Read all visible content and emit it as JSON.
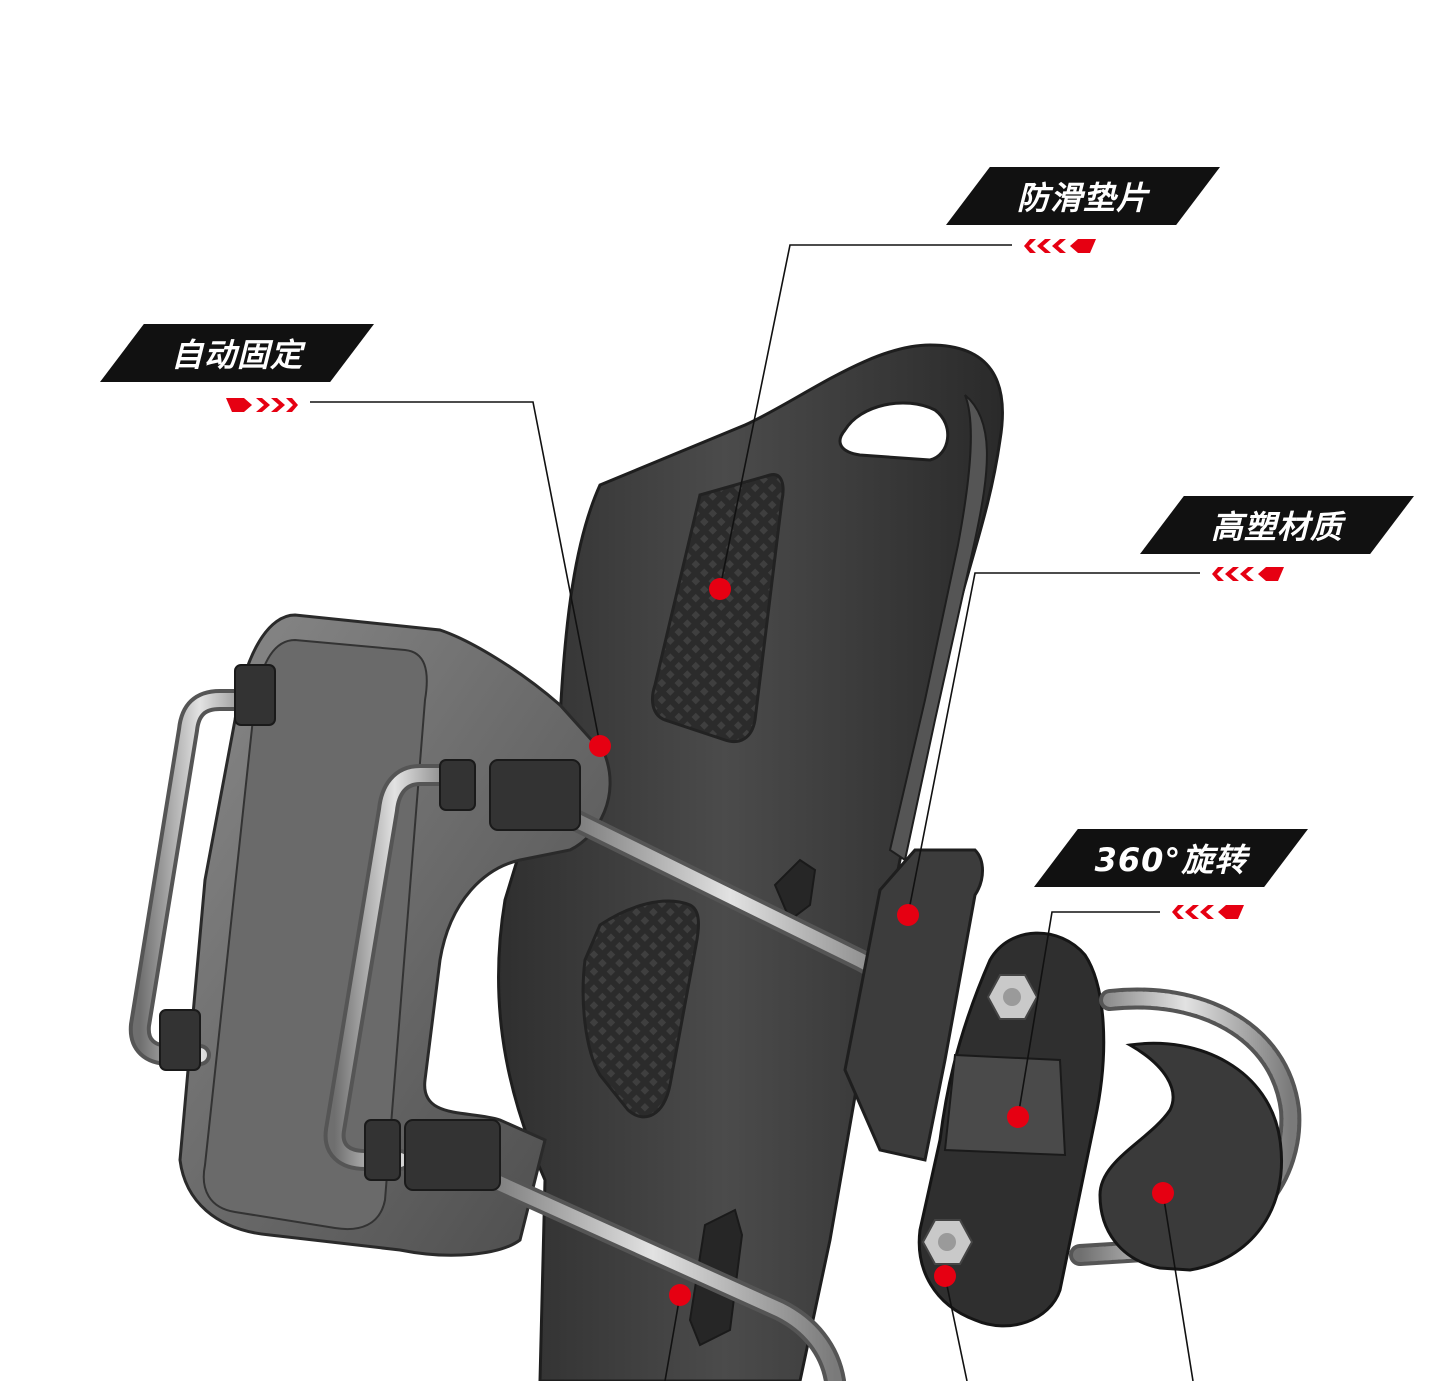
{
  "product": {
    "name": "bike-phone-mount"
  },
  "callouts": {
    "auto_lock": "自动固定",
    "anti_slip_pad": "防滑垫片",
    "high_plastic": "高塑材质",
    "rotation": "360°旋转"
  },
  "colors": {
    "accent": "#e60012",
    "tag_bg": "#111111",
    "tag_text": "#ffffff",
    "body": "#3a3a3a",
    "rail": "#b8b8b8"
  },
  "icons": {
    "chevrons": "triple-chevron-arrow",
    "hotspot": "red-dot"
  }
}
